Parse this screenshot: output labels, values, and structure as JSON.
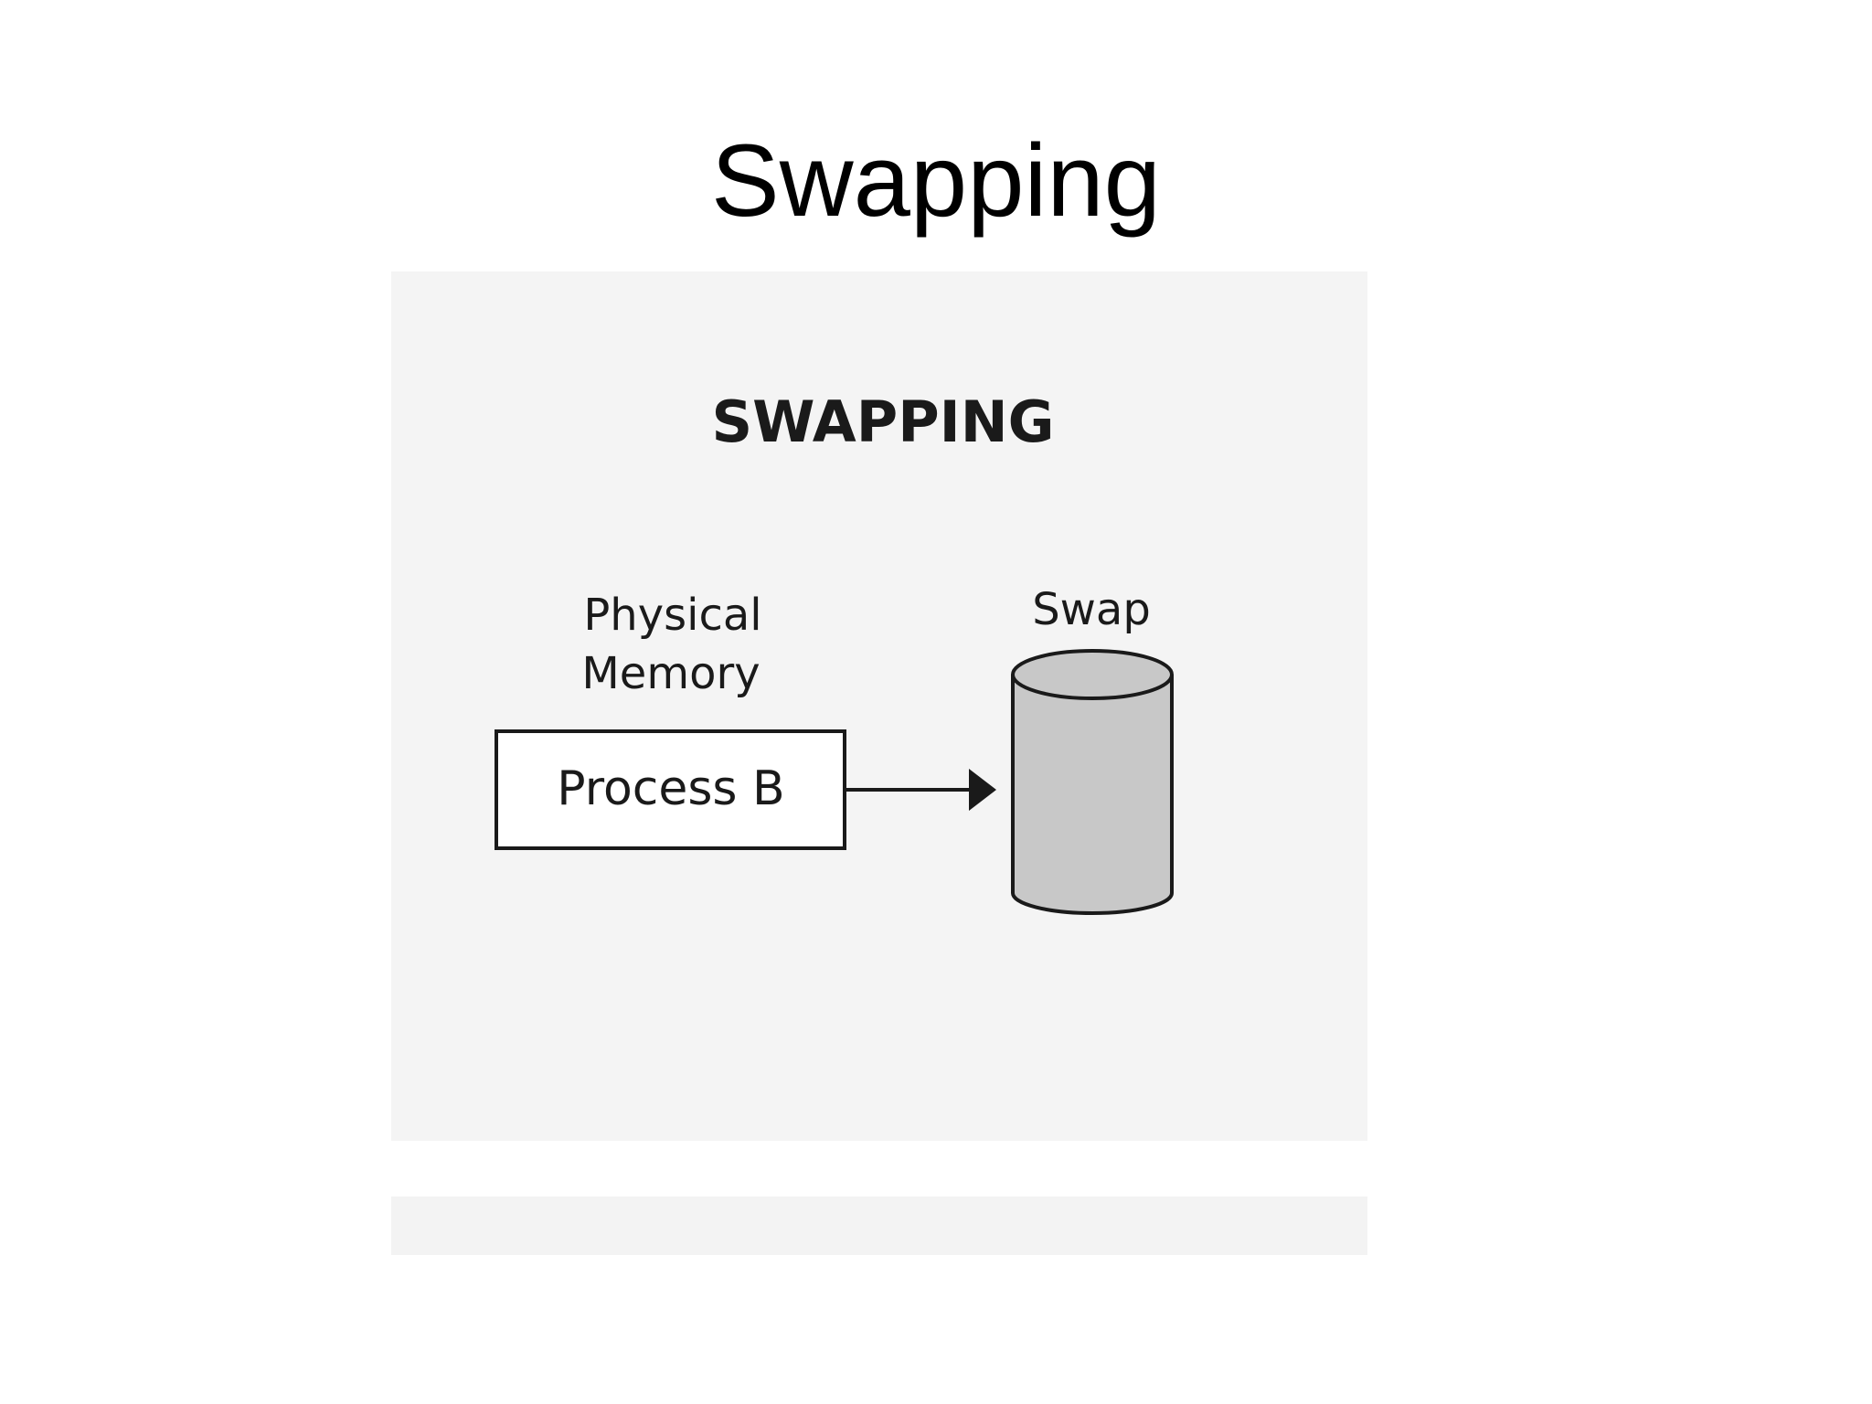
{
  "slide": {
    "title": "Swapping"
  },
  "diagram": {
    "heading": "SWAPPING",
    "memory_label_line1": "Physical",
    "memory_label_line2": "Memory",
    "process_label": "Process B",
    "swap_label": "Swap"
  },
  "colors": {
    "background": "#ffffff",
    "figure_background": "#f4f4f4",
    "cylinder_fill": "#c8c8c8",
    "stroke": "#1a1a1a"
  }
}
